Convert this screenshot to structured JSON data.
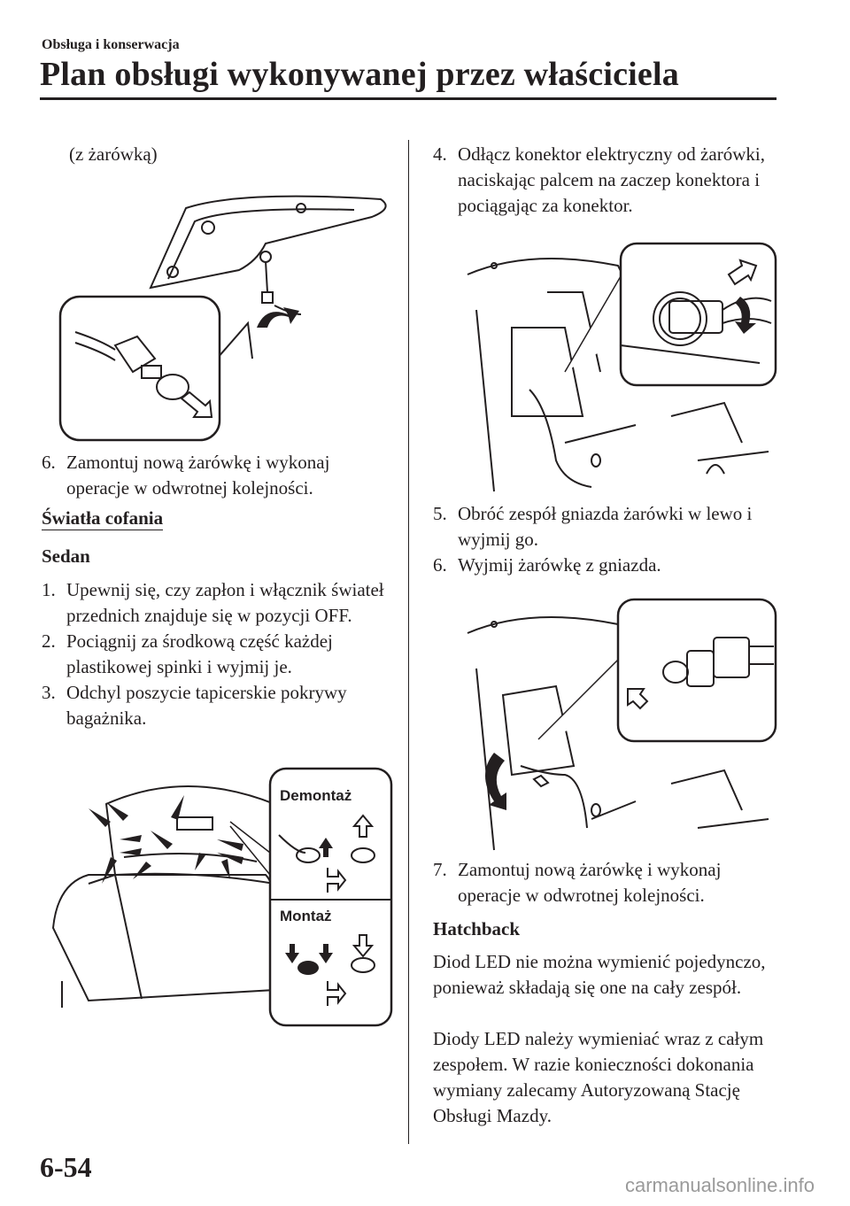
{
  "header": {
    "section": "Obsługa i konserwacja",
    "title": "Plan obsługi wykonywanej przez właściciela"
  },
  "left": {
    "caption_bulb": "(z żarówką)",
    "step6": {
      "num": "6.",
      "text": "Zamontuj nową żarówkę i wykonaj operacje w odwrotnej kolejności."
    },
    "heading": "Światła cofania",
    "subheading": "Sedan",
    "steps": [
      {
        "num": "1.",
        "text": "Upewnij się, czy zapłon i włącznik świateł przednich znajduje się w pozycji OFF."
      },
      {
        "num": "2.",
        "text": "Pociągnij za środkową część każdej plastikowej spinki i wyjmij je."
      },
      {
        "num": "3.",
        "text": "Odchyl poszycie tapicerskie pokrywy bagażnika."
      }
    ],
    "fig_labels": {
      "removal": "Demontaż",
      "install": "Montaż"
    }
  },
  "right": {
    "step4": {
      "num": "4.",
      "text": "Odłącz konektor elektryczny od żarówki, naciskając palcem na zaczep konektora i pociągając za konektor."
    },
    "step5": {
      "num": "5.",
      "text": "Obróć zespół gniazda żarówki w lewo i wyjmij go."
    },
    "step6": {
      "num": "6.",
      "text": "Wyjmij żarówkę z gniazda."
    },
    "step7": {
      "num": "7.",
      "text": "Zamontuj nową żarówkę i wykonaj operacje w odwrotnej kolejności."
    },
    "subheading": "Hatchback",
    "paragraph1": "Diod LED nie można wymienić pojedynczo, ponieważ składają się one na cały zespół.",
    "paragraph2": "Diody LED należy wymieniać wraz z całym zespołem. W razie konieczności dokonania wymiany zalecamy Autoryzowaną Stację Obsługi Mazdy."
  },
  "footer": {
    "page": "6-54",
    "watermark": "carmanualsonline.info"
  }
}
